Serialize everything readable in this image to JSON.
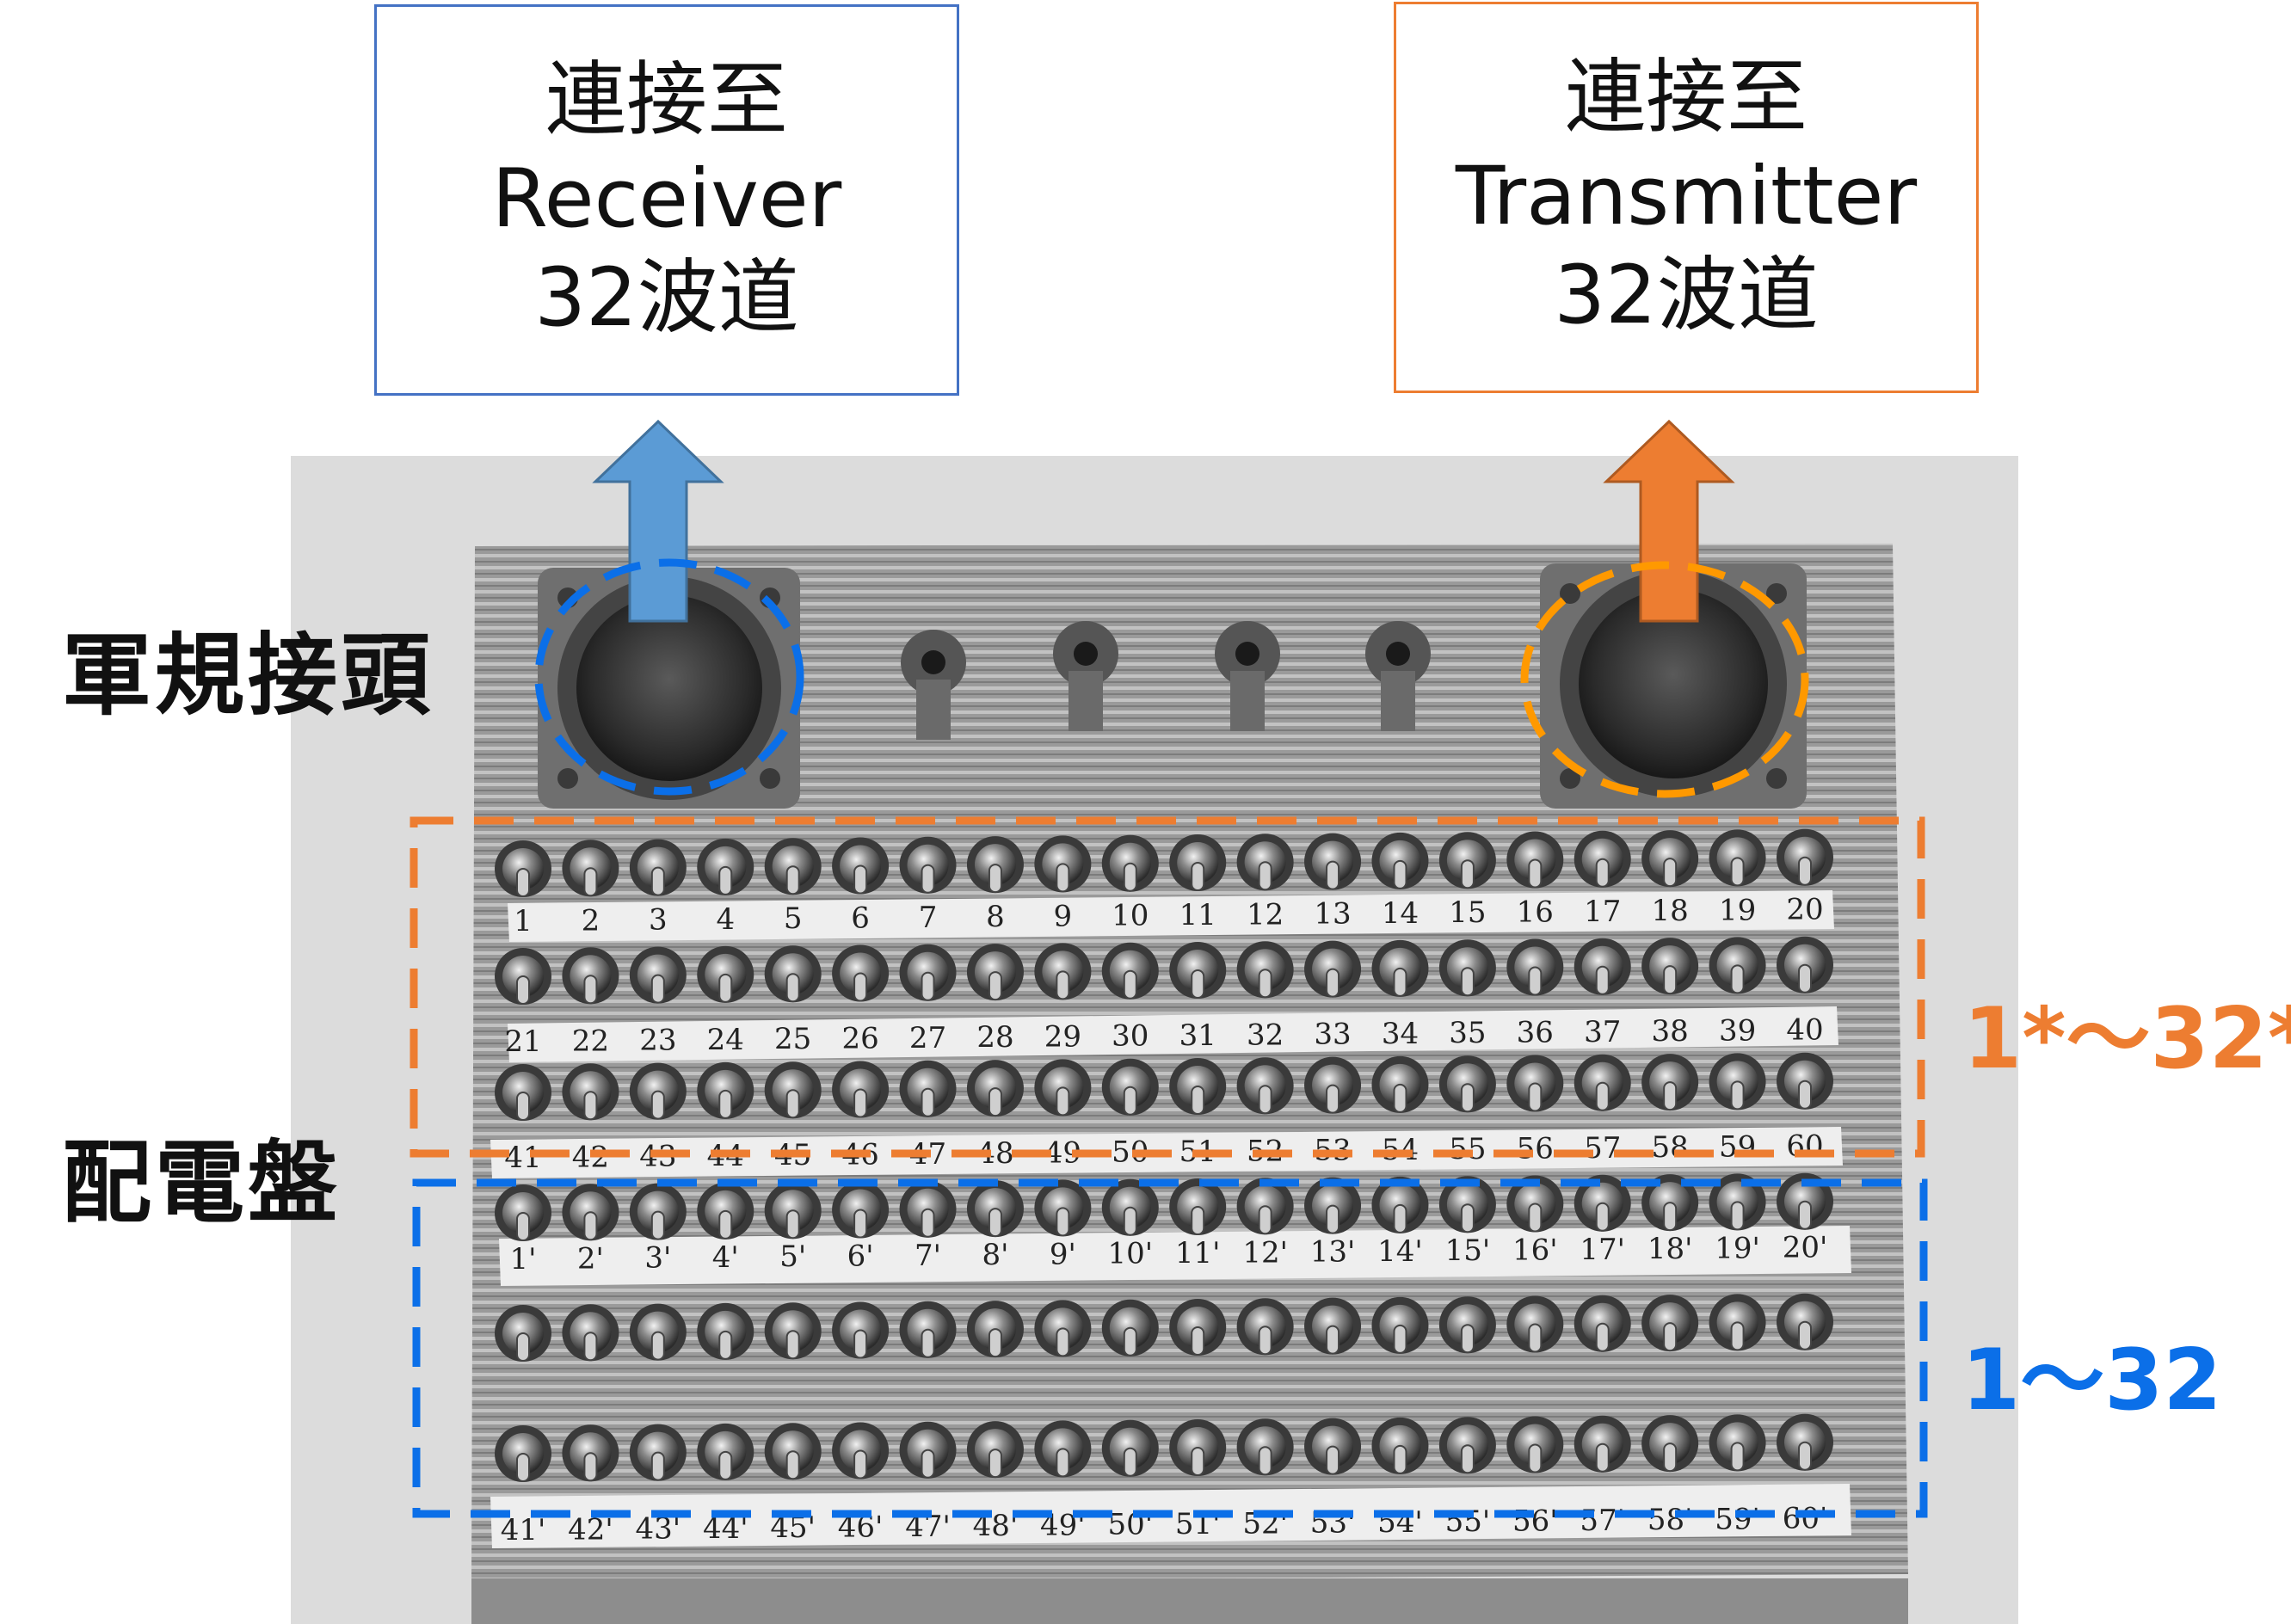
{
  "receiver_box": {
    "line1": "連接至",
    "line2": "Receiver",
    "line3": "32波道",
    "color": "#4472C4"
  },
  "transmitter_box": {
    "line1": "連接至",
    "line2": "Transmitter",
    "line3": "32波道",
    "color": "#ED7D31"
  },
  "labels": {
    "connector": "軍規接頭",
    "panel": "配電盤"
  },
  "ranges": {
    "upper": {
      "text": "1*～32*",
      "color": "#ED7D31"
    },
    "lower": {
      "text": "1～32",
      "color": "#0B6FE8"
    }
  },
  "arrows": {
    "receiver_color": "#5B9BD5",
    "transmitter_color": "#ED7D31"
  },
  "switch_panel": {
    "rows": [
      [
        "1",
        "2",
        "3",
        "4",
        "5",
        "6",
        "7",
        "8",
        "9",
        "10",
        "11",
        "12",
        "13",
        "14",
        "15",
        "16",
        "17",
        "18",
        "19",
        "20"
      ],
      [
        "21",
        "22",
        "23",
        "24",
        "25",
        "26",
        "27",
        "28",
        "29",
        "30",
        "31",
        "32",
        "33",
        "34",
        "35",
        "36",
        "37",
        "38",
        "39",
        "40"
      ],
      [
        "41",
        "42",
        "43",
        "44",
        "45",
        "46",
        "47",
        "48",
        "49",
        "50",
        "51",
        "52",
        "53",
        "54",
        "55",
        "56",
        "57",
        "58",
        "59",
        "60"
      ],
      [
        "1'",
        "2'",
        "3'",
        "4'",
        "5'",
        "6'",
        "7'",
        "8'",
        "9'",
        "10'",
        "11'",
        "12'",
        "13'",
        "14'",
        "15'",
        "16'",
        "17'",
        "18'",
        "19'",
        "20'"
      ],
      [],
      [
        "41'",
        "42'",
        "43'",
        "44'",
        "45'",
        "46'",
        "47'",
        "48'",
        "49'",
        "50'",
        "51'",
        "52'",
        "53'",
        "54'",
        "55'",
        "56'",
        "57'",
        "58'",
        "59'",
        "60'"
      ]
    ]
  }
}
